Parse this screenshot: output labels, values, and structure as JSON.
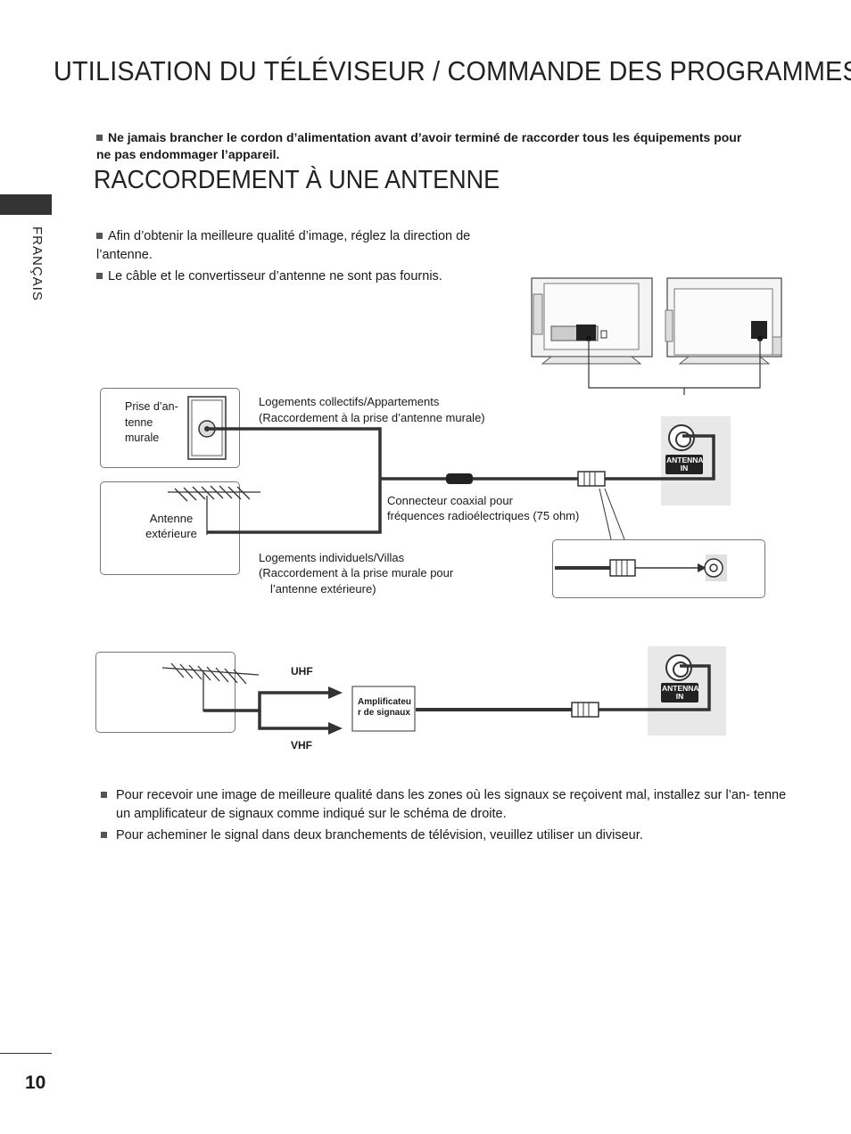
{
  "header": {
    "title": "UTILISATION DU TÉLÉVISEUR / COMMANDE DES PROGRAMMES"
  },
  "warning": "Ne jamais brancher le cordon d’alimentation avant d’avoir terminé de raccorder tous les équipements pour ne pas endommager l’appareil.",
  "section_title": "RACCORDEMENT À UNE ANTENNE",
  "side_label": "FRANÇAIS",
  "intro_notes": [
    "Afin d’obtenir la meilleure qualité d’image, réglez la direction de l’antenne.",
    "Le câble et le convertisseur d’antenne ne sont pas fournis."
  ],
  "diagram1": {
    "wall_outlet_label": "Prise d’an- tenne murale",
    "outdoor_antenna_label": "Antenne extérieure",
    "collective_label": "Logements collectifs/Appartements",
    "collective_sub": "(Raccordement à la prise d’antenne murale)",
    "coax_label_1": "Connecteur coaxial pour",
    "coax_label_2": "fréquences radioélectriques (75 ohm)",
    "individual_label": "Logements individuels/Villas",
    "individual_sub_1": "(Raccordement à la prise murale pour",
    "individual_sub_2": "l’antenne extérieure)",
    "jack_label_1": "ANTENNA",
    "jack_label_2": "IN"
  },
  "diagram2": {
    "uhf": "UHF",
    "vhf": "VHF",
    "amp_line1": "Amplificateu",
    "amp_line2": "r de signaux",
    "jack_label_1": "ANTENNA",
    "jack_label_2": "IN"
  },
  "bottom_notes": [
    "Pour recevoir une image de meilleure qualité dans les zones où les signaux se reçoivent mal, installez sur l’an- tenne un amplificateur de signaux comme indiqué sur le schéma de droite.",
    "Pour acheminer le signal dans deux branchements de télévision, veuillez utiliser un diviseur."
  ],
  "page_number": "10",
  "colors": {
    "text": "#1a1a1a",
    "cable": "#3a3a3a",
    "panel": "#e8e8e8"
  }
}
